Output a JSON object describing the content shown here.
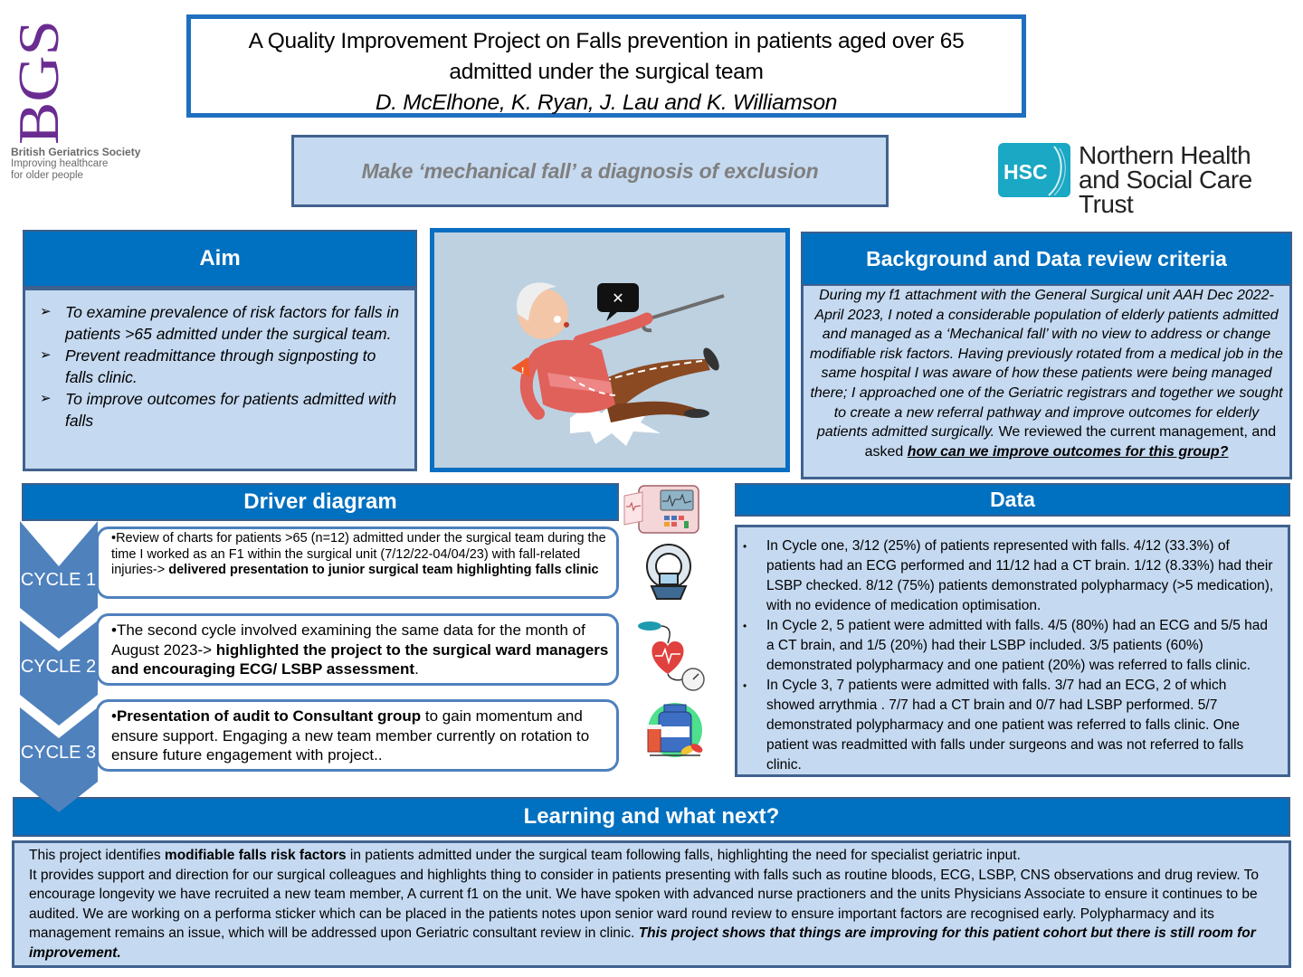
{
  "logos": {
    "bgs": {
      "mark": "BGS",
      "name": "British Geriatrics Society",
      "tagline_line1": "Improving healthcare",
      "tagline_line2": "for older people",
      "color": "#6a2c91"
    },
    "hsc": {
      "mark": "HSC",
      "name_line1": "Northern Health",
      "name_line2": "and Social Care Trust",
      "color": "#1aa8c4"
    }
  },
  "title": {
    "line1": "A Quality Improvement Project on Falls prevention in patients aged over 65",
    "line2": "admitted under the surgical team",
    "authors": "D. McElhone, K. Ryan, J. Lau and K. Williamson"
  },
  "tagline": "Make ‘mechanical fall’ a diagnosis of exclusion",
  "aim": {
    "heading": "Aim",
    "bullet_icon": "arrow-bullet-icon",
    "items": [
      "To examine prevalence of risk factors for falls in patients >65 admitted under the surgical team.",
      "Prevent readmittance through signposting to falls clinic.",
      "To improve outcomes for patients admitted with falls"
    ]
  },
  "illustration": {
    "subject": "elderly-man-falling-icon"
  },
  "background": {
    "heading": "Background and Data review criteria",
    "text_italic": "During my f1 attachment with the General Surgical unit  AAH Dec 2022- April 2023, I noted a considerable population of elderly patients admitted and managed as a ‘Mechanical fall’ with no view to address or change modifiable risk factors. Having previously rotated from a medical job in the same hospital I was aware of how these patients were being managed there; I approached one of the Geriatric registrars and together we sought to create a new referral pathway and improve outcomes for elderly patients admitted surgically.",
    "text_normal": " We reviewed the current management, and asked ",
    "question": "how can we improve  outcomes for this group?"
  },
  "driver": {
    "heading": "Driver diagram",
    "cycles": [
      {
        "label": "CYCLE 1",
        "text": "Review of charts for patients >65 (n=12) admitted under the surgical team during the time I worked as an F1 within the surgical unit (7/12/22-04/04/23) with fall-related injuries-> ",
        "bold": "delivered presentation to junior surgical team highlighting falls clinic",
        "after": ""
      },
      {
        "label": "CYCLE 2",
        "text": "The second cycle involved examining the same data for the month of August 2023-> ",
        "bold": "highlighted the project to the surgical ward managers and encouraging ECG/ LSBP assessment",
        "after": "."
      },
      {
        "label": "CYCLE 3",
        "text": "",
        "bold": "Presentation of audit to Consultant group",
        "after": " to gain momentum and ensure support. Engaging a new team member currently on rotation to ensure future engagement with project.."
      }
    ],
    "side_icons": [
      "ecg-machine-icon",
      "ct-scanner-icon",
      "blood-pressure-heart-icon",
      "medication-bottles-icon"
    ]
  },
  "data": {
    "heading": "Data",
    "items": [
      "In Cycle one, 3/12 (25%) of patients represented with falls.  4/12 (33.3%) of patients had an ECG performed  and 11/12 had a CT brain. 1/12 (8.33%) had their LSBP checked.  8/12 (75%) patients demonstrated polypharmacy (>5 medication), with no evidence of medication optimisation.",
      "In Cycle 2, 5 patient were admitted with falls. 4/5 (80%) had an ECG and 5/5 had a CT brain, and 1/5 (20%) had their LSBP included. 3/5 patients (60%) demonstrated polypharmacy and one patient (20%) was referred to falls clinic.",
      "In Cycle 3, 7 patients were admitted with falls. 3/7  had an ECG, 2  of which showed arrythmia . 7/7 had a CT brain and  0/7 had LSBP performed. 5/7 demonstrated polypharmacy and one patient was referred to falls clinic. One patient was readmitted with falls under surgeons and was not referred to falls clinic."
    ]
  },
  "learning": {
    "heading": "Learning and what next?",
    "intro": "This project identifies ",
    "intro_bold": "modifiable falls risk factors",
    "intro_rest": " in patients admitted under the surgical team following falls, highlighting the need for specialist geriatric input.",
    "body": "It provides support and direction for our surgical colleagues and highlights thing to consider in patients presenting with falls such as routine bloods, ECG, LSBP, CNS observations and drug review.  To encourage longevity we have recruited a new team member, A current f1 on the unit. We have spoken with advanced nurse practioners and the units Physicians Associate to ensure it continues to be audited. We are working on a performa sticker which can be placed in the patients notes upon senior ward round review to ensure important factors are recognised early. Polypharmacy and its management remains an issue, which will be addressed upon Geriatric consultant review in clinic.  ",
    "conclusion": "This project shows that things are improving for this patient cohort but there is still room for improvement."
  },
  "colors": {
    "header_blue": "#0070c0",
    "panel_fill": "#c5d9f0",
    "panel_border": "#41628f",
    "chevron": "#4f81bd"
  }
}
